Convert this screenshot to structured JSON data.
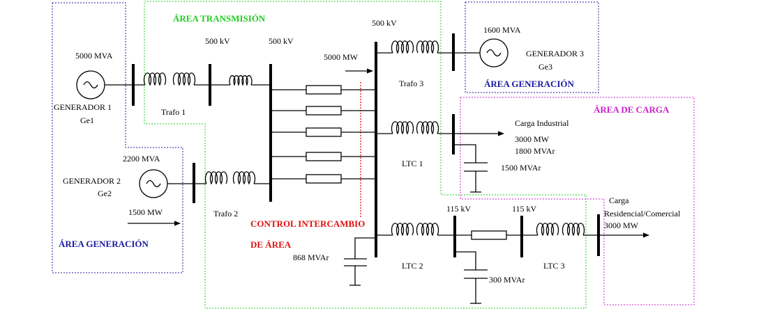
{
  "areas": {
    "transmision": {
      "label": "ÁREA TRANSMISIÓN",
      "color": "#22cc22"
    },
    "generacion_left": {
      "label": "ÁREA GENERACIÓN",
      "color": "#1a1aa0"
    },
    "generacion_right": {
      "label": "ÁREA GENERACIÓN",
      "color": "#1a1aa0"
    },
    "carga": {
      "label": "ÁREA DE CARGA",
      "color": "#cc22cc"
    },
    "control": {
      "label_line1": "CONTROL INTERCAMBIO",
      "label_line2": "DE ÁREA",
      "color": "#dd1111"
    }
  },
  "generators": {
    "g1": {
      "rating": "5000 MVA",
      "name": "GENERADOR 1",
      "id": "Ge1"
    },
    "g2": {
      "rating": "2200 MVA",
      "name": "GENERADOR 2",
      "id": "Ge2",
      "power": "1500 MW"
    },
    "g3": {
      "rating": "1600 MVA",
      "name": "GENERADOR 3",
      "id": "Ge3"
    }
  },
  "transformers": {
    "t1": "Trafo 1",
    "t2": "Trafo 2",
    "t3": "Trafo 3",
    "ltc1": "LTC 1",
    "ltc2": "LTC 2",
    "ltc3": "LTC 3"
  },
  "voltages": {
    "bus_a": "500 kV",
    "bus_b": "500 kV",
    "bus_c": "500 kV",
    "bus_d": "115 kV",
    "bus_e": "115 kV"
  },
  "flows": {
    "interchange": "5000 MW"
  },
  "loads": {
    "industrial": {
      "name": "Carga Industrial",
      "p": "3000 MW",
      "q": "1800 MVAr"
    },
    "residencial": {
      "name_line1": "Carga",
      "name_line2": "Residencial/Comercial",
      "p": "3000 MW"
    }
  },
  "capacitors": {
    "c1": "1500 MVAr",
    "c2": "868 MVAr",
    "c3": "300 MVAr"
  },
  "icons": {
    "generator": "generator-icon",
    "transformer": "transformer-icon",
    "reactor": "series-reactor-icon",
    "line": "transmission-line-icon",
    "capacitor": "capacitor-icon",
    "arrow": "arrow-icon"
  }
}
